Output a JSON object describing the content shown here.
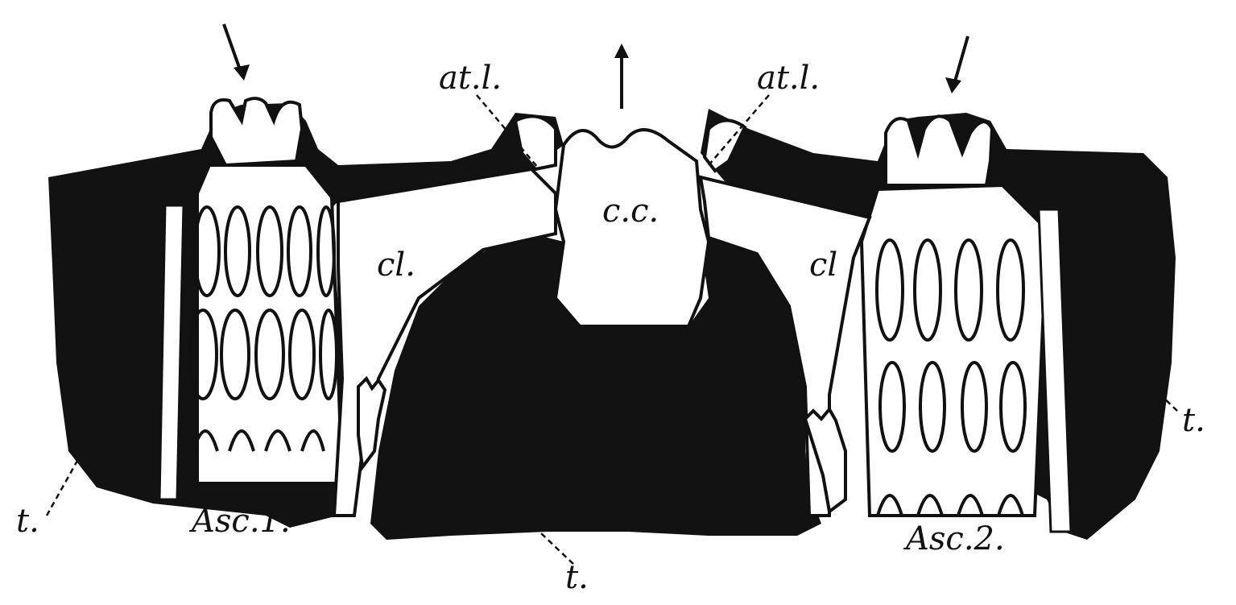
{
  "figure": {
    "labels": {
      "asc1": "Asc.1.",
      "asc2": "Asc.2.",
      "cloaca_left": "cl.",
      "cloaca_right": "cl",
      "common_cloaca": "c.c.",
      "atrial_lip_left": "at.l.",
      "atrial_lip_right": "at.l.",
      "test_left": "t.",
      "test_right": "t.",
      "test_bottom": "t."
    },
    "colors": {
      "ink": "#111111",
      "test_fill": "#121212",
      "paper": "#ffffff"
    }
  }
}
